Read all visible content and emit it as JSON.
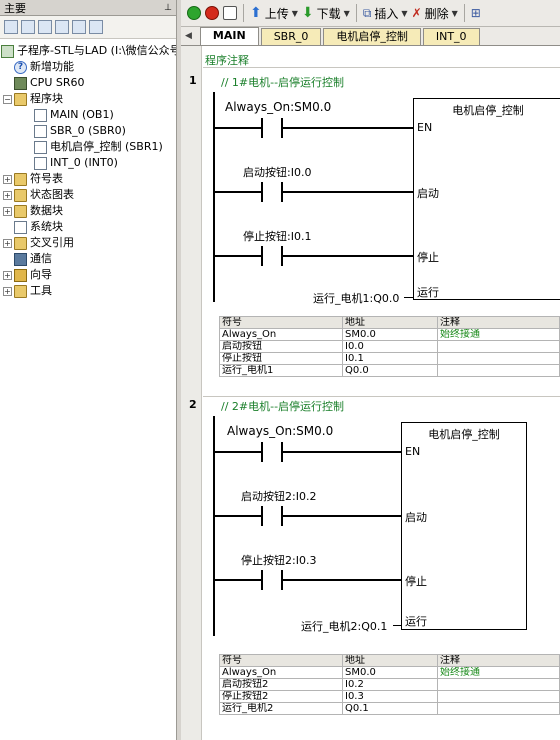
{
  "left_panel": {
    "title": "主要",
    "pin_icon": "pin-icon",
    "tree": {
      "root": "子程序-STL与LAD (I:\\微信公众号",
      "new_features": "新增功能",
      "cpu": "CPU SR60",
      "program_block": "程序块",
      "blocks": [
        "MAIN (OB1)",
        "SBR_0 (SBR0)",
        "电机启停_控制 (SBR1)",
        "INT_0 (INT0)"
      ],
      "symbol_table": "符号表",
      "status_chart": "状态图表",
      "data_block": "数据块",
      "system_block": "系统块",
      "cross_ref": "交叉引用",
      "communication": "通信",
      "wizard": "向导",
      "tools": "工具"
    }
  },
  "toolbar": {
    "upload": "上传",
    "download": "下载",
    "insert": "插入",
    "delete": "删除"
  },
  "tabs": [
    "MAIN",
    "SBR_0",
    "电机启停_控制",
    "INT_0"
  ],
  "editor": {
    "program_comment": "程序注释",
    "networks": [
      {
        "number": "1",
        "comment": "// 1#电机--启停运行控制",
        "block": "电机启停_控制",
        "contacts": [
          "Always_On:SM0.0",
          "启动按钮:I0.0",
          "停止按钮:I0.1"
        ],
        "pins": [
          "EN",
          "启动",
          "停止",
          "运行"
        ],
        "output": "运行_电机1:Q0.0",
        "table_header": [
          "符号",
          "地址",
          "注释"
        ],
        "table_rows": [
          [
            "Always_On",
            "SM0.0",
            "始终接通"
          ],
          [
            "启动按钮",
            "I0.0",
            ""
          ],
          [
            "停止按钮",
            "I0.1",
            ""
          ],
          [
            "运行_电机1",
            "Q0.0",
            ""
          ]
        ]
      },
      {
        "number": "2",
        "comment": "// 2#电机--启停运行控制",
        "block": "电机启停_控制",
        "contacts": [
          "Always_On:SM0.0",
          "启动按钮2:I0.2",
          "停止按钮2:I0.3"
        ],
        "pins": [
          "EN",
          "启动",
          "停止",
          "运行"
        ],
        "output": "运行_电机2:Q0.1",
        "table_header": [
          "符号",
          "地址",
          "注释"
        ],
        "table_rows": [
          [
            "Always_On",
            "SM0.0",
            "始终接通"
          ],
          [
            "启动按钮2",
            "I0.2",
            ""
          ],
          [
            "停止按钮2",
            "I0.3",
            ""
          ],
          [
            "运行_电机2",
            "Q0.1",
            ""
          ]
        ]
      }
    ]
  }
}
